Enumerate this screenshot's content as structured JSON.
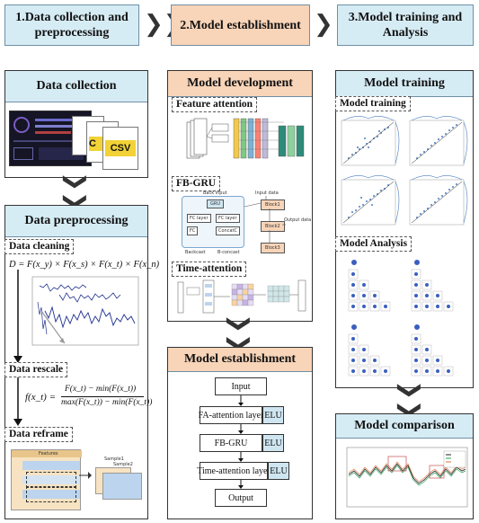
{
  "stages": [
    {
      "line1": "1.Data collection and",
      "line2": "preprocessing"
    },
    {
      "line1": "2.Model establishment",
      "line2": ""
    },
    {
      "line1": "3.Model training and",
      "line2": "Analysis"
    }
  ],
  "left": {
    "collection_title": "Data collection",
    "csv_label": "CSV",
    "csv_partial": "C",
    "preprocessing_title": "Data preprocessing",
    "cleaning_label": "Data cleaning",
    "cleaning_formula": "D = F(x_y) × F(x_s) × F(x_t) × F(x_n)",
    "rescale_label": "Data rescale",
    "rescale_lhs": "f(x_t) =",
    "rescale_num": "F(x_t) − min(F(x_t))",
    "rescale_den": "max(F(x_t)) − min(F(x_t))",
    "reframe_label": "Data reframe",
    "reframe_features": "Features",
    "reframe_sample1": "Sample1",
    "reframe_sample2": "Sample2"
  },
  "middle": {
    "development_title": "Model development",
    "feature_attention_label": "Feature attention",
    "fbgru_label": "FB-GRU",
    "fbgru_texts": {
      "back_input": "Back input",
      "input_data": "Input data",
      "gru": "GRU",
      "fc1": "FC layer",
      "fc2": "FC layer",
      "concat": "ConcatC",
      "block1": "Block1",
      "block2": "Block2",
      "block3": "Block3",
      "backcast": "Backcast",
      "forecast": "B-concast",
      "output": "Output data"
    },
    "time_attention_label": "Time-attention",
    "establishment_title": "Model establishment",
    "flow": {
      "input": "Input",
      "fa_layer": "FA-attention layer",
      "fbgru": "FB-GRU",
      "ta_layer": "Time-attention layer",
      "output": "Output",
      "elu": "ELU"
    }
  },
  "right": {
    "training_title": "Model training",
    "training_sub": "Model training",
    "analysis_sub": "Model Analysis",
    "comparison_title": "Model comparison"
  },
  "colors": {
    "stage_blue": "#d6ecf5",
    "stage_peach": "#f8d4b8",
    "panel_blue": "#d6ecf5",
    "panel_peach": "#f8d4b8",
    "series_blue": "#1f2f8f",
    "scatter_blue": "#4a7ec0"
  }
}
